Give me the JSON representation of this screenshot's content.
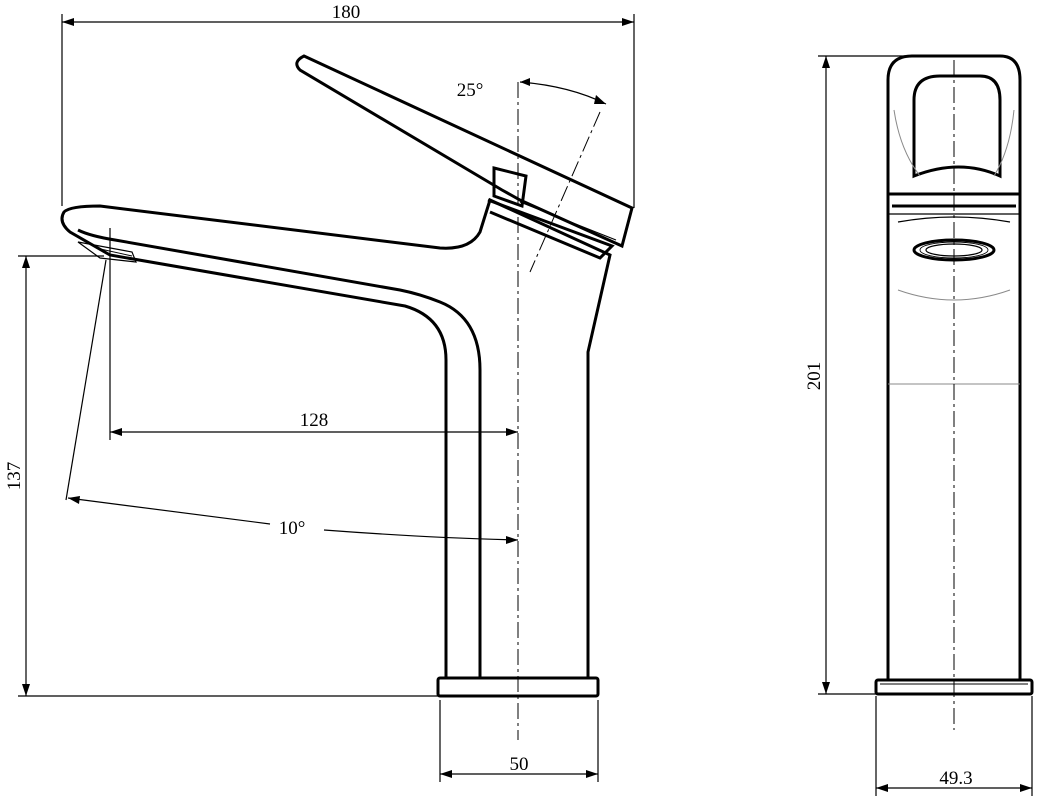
{
  "dimensions": {
    "overall_width": "180",
    "spout_reach": "128",
    "spout_height": "137",
    "base_diameter_side": "50",
    "lever_angle": "25°",
    "spout_angle": "10°",
    "overall_height": "201",
    "base_width_front": "49.3"
  }
}
